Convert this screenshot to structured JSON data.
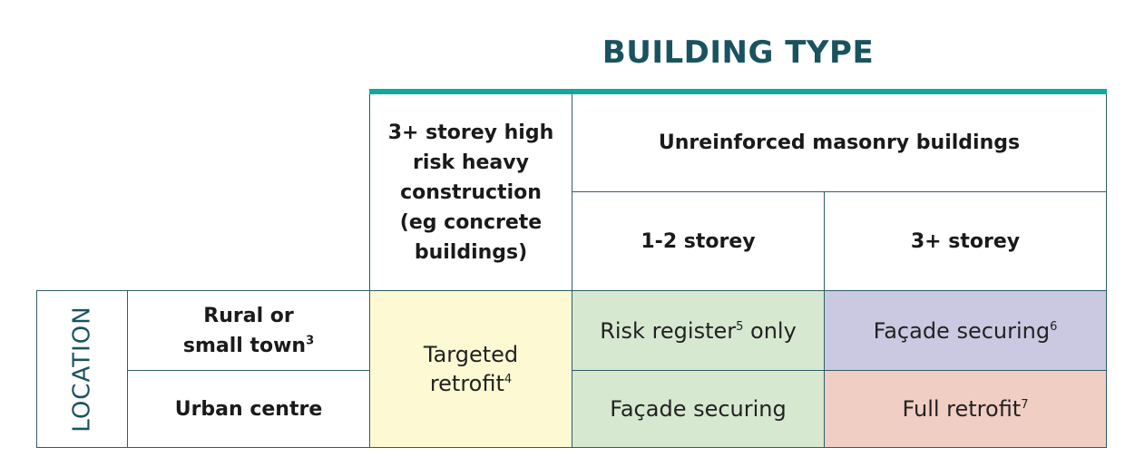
{
  "title": "BUILDING TYPE",
  "side_label": "LOCATION",
  "columns": {
    "heavy": "3+ storey high risk heavy construction (eg concrete buildings)",
    "urm_group": "Unreinforced masonry buildings",
    "urm_low": "1-2 storey",
    "urm_high": "3+ storey"
  },
  "rows": {
    "rural": "Rural or small town",
    "rural_note": "3",
    "urban": "Urban centre"
  },
  "cells": {
    "targeted": "Targeted retrofit",
    "targeted_note": "4",
    "risk_register": "Risk register",
    "risk_register_note": "5",
    "risk_register_suffix": " only",
    "facade_rural": "Façade securing",
    "facade_rural_note": "6",
    "facade_urban": "Façade securing",
    "full_retrofit": "Full retrofit",
    "full_retrofit_note": "7"
  },
  "colors": {
    "title": "#1a5360",
    "accent_bar": "#12a89b",
    "border": "#2e5e66",
    "targeted_fill": "#fcf9d3",
    "green_fill": "#d7e8d1",
    "purple_fill": "#cbc9e1",
    "pink_fill": "#f1cec3"
  }
}
